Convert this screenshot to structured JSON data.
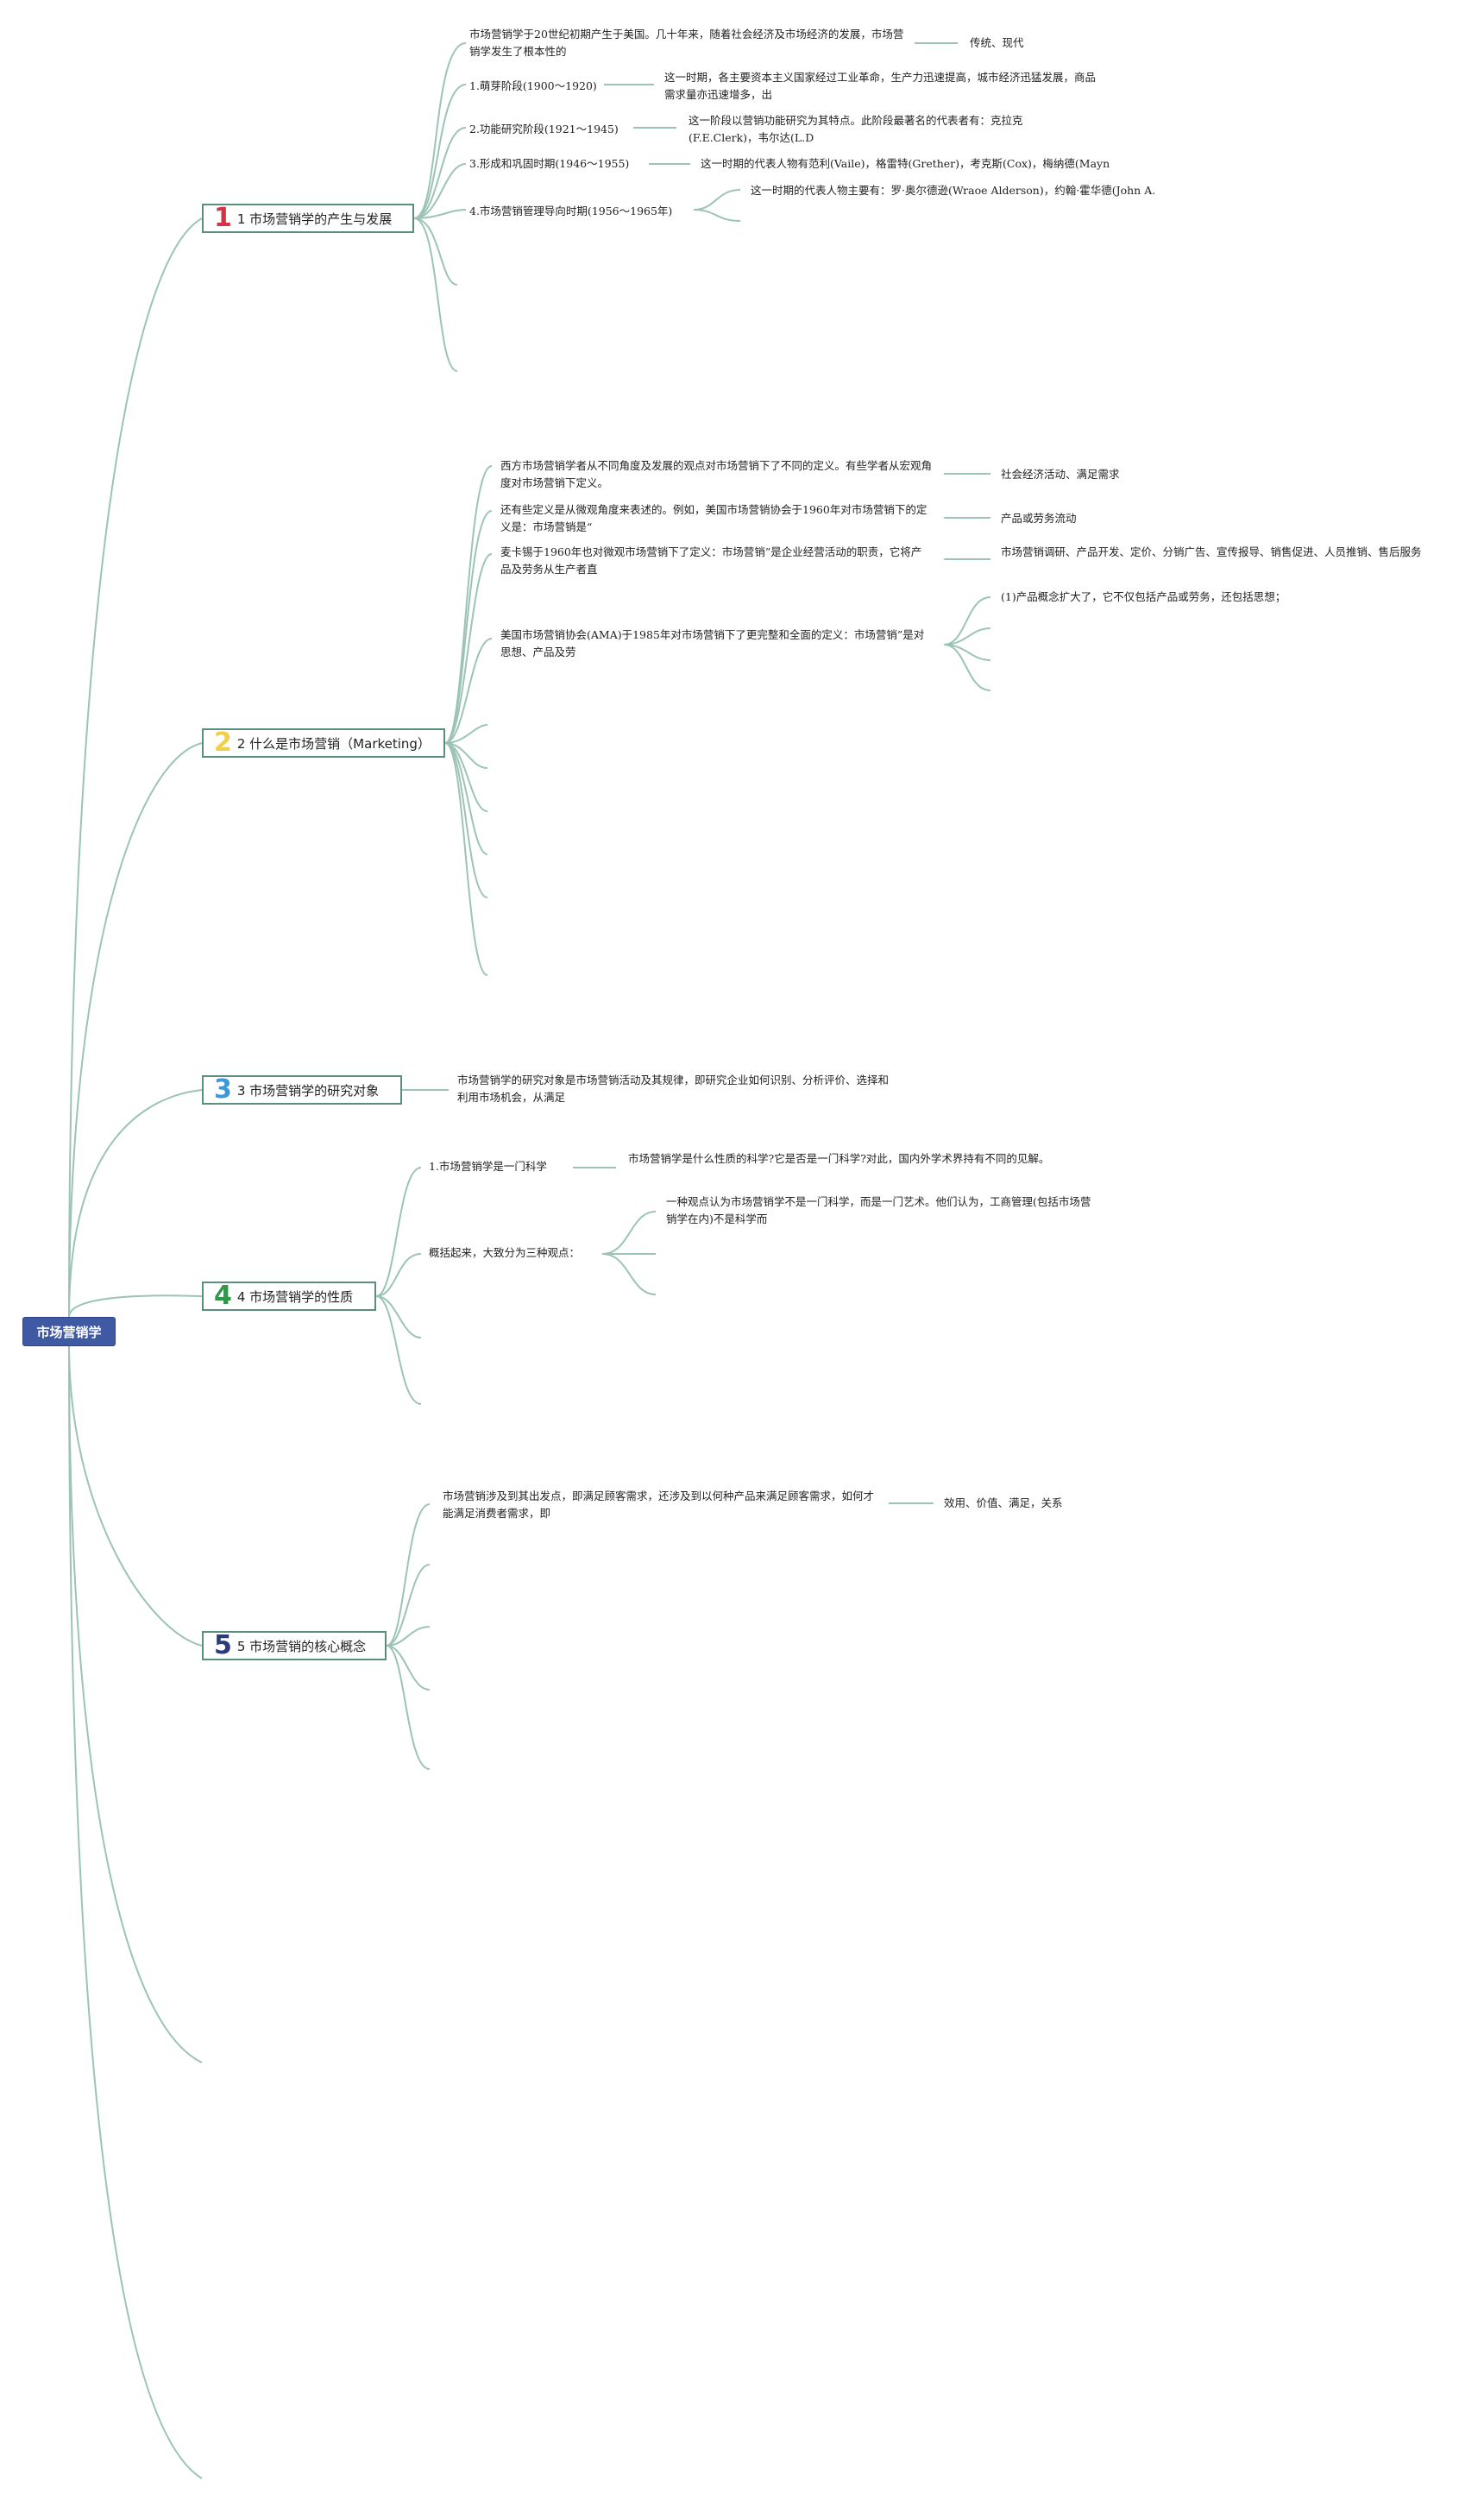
{
  "root": {
    "label": "市场营销学"
  },
  "branches": [
    {
      "number": "1",
      "label": "1 市场营销学的产生与发展",
      "color": "#d63246"
    },
    {
      "number": "2",
      "label": "2 什么是市场营销（Marketing）",
      "color": "#f0d04a"
    },
    {
      "number": "3",
      "label": "3 市场营销学的研究对象",
      "color": "#3a9ad9"
    },
    {
      "number": "4",
      "label": "4 市场营销学的性质",
      "color": "#2e9a48"
    },
    {
      "number": "5",
      "label": "5 市场营销的核心概念",
      "color": "#2a3a7a"
    }
  ],
  "b1": {
    "intro": "市场营销学于20世纪初期产生于美国。几十年来，随着社会经济及市场经济的发展，市场营销学发生了根本性的",
    "intro_leaf": "传统、现代",
    "stage1": "1.萌芽阶段(1900～1920)",
    "stage1_leaf": "这一时期，各主要资本主义国家经过工业革命，生产力迅速提高，城市经济迅猛发展，商品需求量亦迅速增多，出",
    "stage2": "2.功能研究阶段(1921～1945)",
    "stage2_leaf": "这一阶段以营销功能研究为其特点。此阶段最著名的代表者有：克拉克(F.E.Clerk)，韦尔达(L.D",
    "stage3": "3.形成和巩固时期(1946～1955)",
    "stage3_leaf": "这一时期的代表人物有范利(Vaile)，格雷特(Grether)，考克斯(Cox)，梅纳德(Mayn",
    "stage4": "4.市场营销管理导向时期(1956～1965年)",
    "stage4_leaf": "这一时期的代表人物主要有：罗·奥尔德逊(Wraoe Alderson)，约翰·霍华德(John A."
  },
  "b2": {
    "def1": "西方市场营销学者从不同角度及发展的观点对市场营销下了不同的定义。有些学者从宏观角度对市场营销下定义。",
    "def1_leaf": "社会经济活动、满足需求",
    "def2": "还有些定义是从微观角度来表述的。例如，美国市场营销协会于1960年对市场营销下的定义是：市场营销是“",
    "def2_leaf": "产品或劳务流动",
    "def3": "麦卡锡于1960年也对微观市场营销下了定义：市场营销”是企业经营活动的职责，它将产品及劳务从生产者直",
    "def3_leaf": "市场营销调研、产品开发、定价、分销广告、宣传报导、销售促进、人员推销、售后服务",
    "def4": "美国市场营销协会(AMA)于1985年对市场营销下了更完整和全面的定义：市场营销”是对思想、产品及劳",
    "def4_leaf": "(1)产品概念扩大了，它不仅包括产品或劳务，还包括思想；"
  },
  "b3": {
    "text": "市场营销学的研究对象是市场营销活动及其规律，即研究企业如何识别、分析评价、选择和利用市场机会，从满足"
  },
  "b4": {
    "item1": "1.市场营销学是一门科学",
    "item1_leaf": "市场营销学是什么性质的科学?它是否是一门科学?对此，国内外学术界持有不同的见解。",
    "item2": "概括起来，大致分为三种观点：",
    "item2_leaf": "一种观点认为市场营销学不是一门科学，而是一门艺术。他们认为，工商管理(包括市场营销学在内)不是科学而"
  },
  "b5": {
    "text": "市场营销涉及到其出发点，即满足顾客需求，还涉及到以何种产品来满足顾客需求，如何才能满足消费者需求，即",
    "text_leaf": "效用、价值、满足，关系"
  },
  "colors": {
    "root_fill": "#3f5aa3",
    "link": "#9cc4b6",
    "branch_border": "#5a8f7d"
  }
}
